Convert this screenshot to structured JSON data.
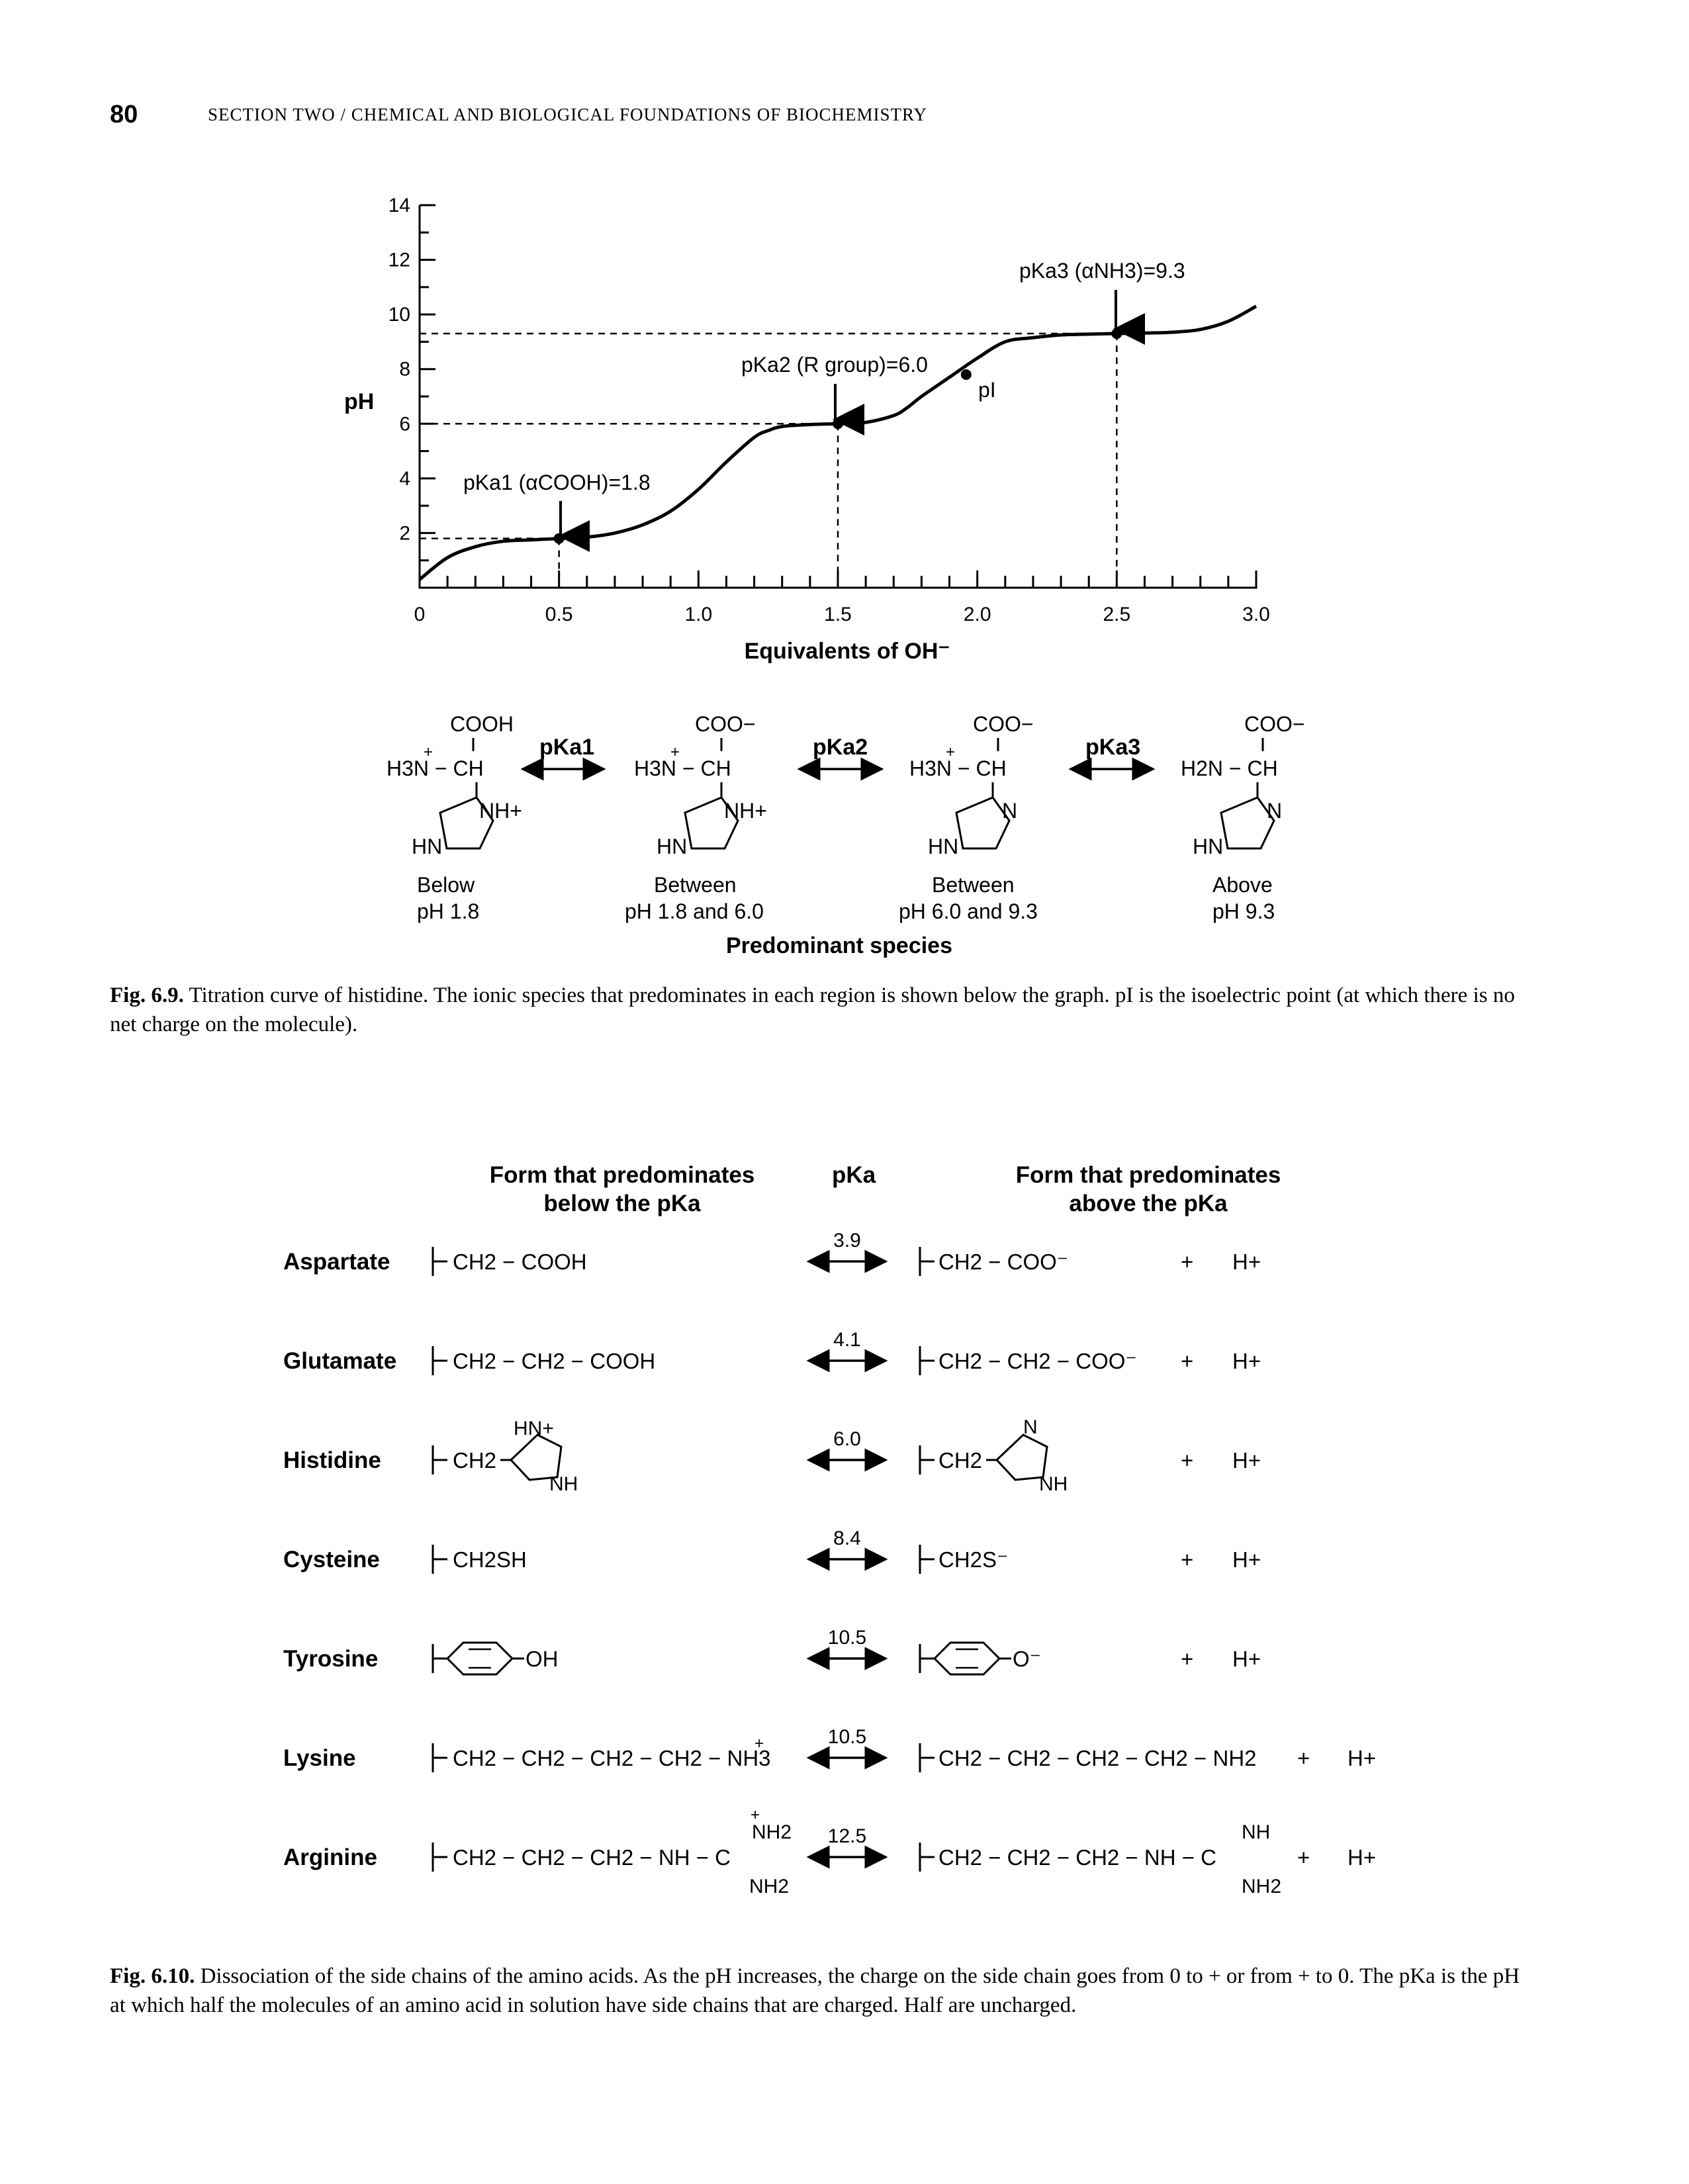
{
  "page": {
    "number": "80",
    "running_head": "SECTION TWO / CHEMICAL AND BIOLOGICAL FOUNDATIONS OF BIOCHEMISTRY"
  },
  "chart_data": {
    "type": "line",
    "xlabel": "Equivalents of OH⁻",
    "ylabel": "pH",
    "xlim": [
      0,
      3.0
    ],
    "ylim": [
      0,
      14
    ],
    "x_ticks": [
      "0",
      "0.5",
      "1.0",
      "1.5",
      "2.0",
      "2.5",
      "3.0"
    ],
    "y_ticks": [
      "2",
      "4",
      "6",
      "8",
      "10",
      "12",
      "14"
    ],
    "series": [
      {
        "x": [
          0.0,
          0.1,
          0.2,
          0.3,
          0.4,
          0.5,
          0.6,
          0.7,
          0.8,
          0.9,
          1.0,
          1.1,
          1.2,
          1.25,
          1.3,
          1.4,
          1.5,
          1.6,
          1.7,
          1.75,
          1.8,
          1.9,
          2.0,
          2.1,
          2.2,
          2.3,
          2.4,
          2.5,
          2.6,
          2.7,
          2.8,
          2.9,
          3.0
        ],
        "values": [
          0.3,
          1.1,
          1.5,
          1.7,
          1.75,
          1.8,
          1.85,
          2.0,
          2.3,
          2.8,
          3.6,
          4.6,
          5.5,
          5.75,
          5.9,
          5.97,
          6.0,
          6.05,
          6.3,
          6.6,
          7.0,
          7.7,
          8.4,
          9.0,
          9.15,
          9.25,
          9.28,
          9.3,
          9.32,
          9.35,
          9.45,
          9.75,
          10.3
        ]
      }
    ],
    "annotations": {
      "pka1": "pKa1 (αCOOH)=1.8",
      "pka2": "pKa2 (R group)=6.0",
      "pka3": "pKa3 (αNH3)=9.3",
      "pi": "pI"
    },
    "marked_points": [
      {
        "x": 0.5,
        "y": 1.8
      },
      {
        "x": 1.5,
        "y": 6.0
      },
      {
        "x": 1.96,
        "y": 7.8
      },
      {
        "x": 2.5,
        "y": 9.3
      }
    ],
    "dashed_levels": [
      1.8,
      6.0,
      9.3
    ]
  },
  "species": {
    "pk_labels": [
      "pKa1",
      "pKa2",
      "pKa3"
    ],
    "predominant_title": "Predominant species",
    "items": [
      {
        "top": "COOH",
        "amine": "H3N − CH",
        "charged_amine": true,
        "ring_n": "NH+",
        "hn": "HN",
        "range1": "Below",
        "range2": "pH 1.8"
      },
      {
        "top": "COO−",
        "amine": "H3N − CH",
        "charged_amine": true,
        "ring_n": "NH+",
        "hn": "HN",
        "range1": "Between",
        "range2": "pH 1.8 and 6.0"
      },
      {
        "top": "COO−",
        "amine": "H3N − CH",
        "charged_amine": true,
        "ring_n": "N",
        "hn": "HN",
        "range1": "Between",
        "range2": "pH 6.0 and 9.3"
      },
      {
        "top": "COO−",
        "amine": "H2N − CH",
        "charged_amine": false,
        "ring_n": "N",
        "hn": "HN",
        "range1": "Above",
        "range2": "pH 9.3"
      }
    ]
  },
  "fig69_caption": {
    "label": "Fig. 6.9.",
    "text": "Titration curve of histidine. The ionic species that predominates in each region is shown below the graph. pI is the isoelectric point (at which there is no net charge on the molecule)."
  },
  "table": {
    "header_below_1": "Form that predominates",
    "header_below_2": "below the pKa",
    "header_pka": "pKa",
    "header_above_1": "Form that predominates",
    "header_above_2": "above the pKa",
    "rows": [
      {
        "name": "Aspartate",
        "below": "CH2 − COOH",
        "pka": "3.9",
        "above": "CH2 − COO⁻",
        "plus": "+",
        "hplus": "H+"
      },
      {
        "name": "Glutamate",
        "below": "CH2 − CH2 − COOH",
        "pka": "4.1",
        "above": "CH2 − CH2 − COO⁻",
        "plus": "+",
        "hplus": "H+"
      },
      {
        "name": "Histidine",
        "below": "CH2",
        "below_ring_top": "HN+",
        "below_ring_bottom": "NH",
        "pka": "6.0",
        "above": "CH2",
        "above_ring_top": "N",
        "above_ring_bottom": "NH",
        "plus": "+",
        "hplus": "H+"
      },
      {
        "name": "Cysteine",
        "below": "CH2SH",
        "pka": "8.4",
        "above": "CH2S⁻",
        "plus": "+",
        "hplus": "H+"
      },
      {
        "name": "Tyrosine",
        "below": "OH",
        "pka": "10.5",
        "above": "O⁻",
        "plus": "+",
        "hplus": "H+"
      },
      {
        "name": "Lysine",
        "below": "CH2 − CH2 − CH2 − CH2 − NH3",
        "pka": "10.5",
        "above": "CH2 − CH2 − CH2 − CH2 − NH2",
        "plus": "+",
        "hplus": "H+"
      },
      {
        "name": "Arginine",
        "below": "CH2 − CH2 − CH2 − NH − C",
        "below_top": "NH2",
        "below_bottom": "NH2",
        "pka": "12.5",
        "above": "CH2 − CH2 − CH2 − NH − C",
        "above_top": "NH",
        "above_bottom": "NH2",
        "plus": "+",
        "hplus": "H+"
      }
    ]
  },
  "fig610_caption": {
    "label": "Fig. 6.10.",
    "text": "Dissociation of the side chains of the amino acids. As the pH increases, the charge on the side chain goes from 0 to + or from + to 0. The pKa is the pH at which half the molecules of an amino acid in solution have side chains that are charged. Half are uncharged."
  }
}
